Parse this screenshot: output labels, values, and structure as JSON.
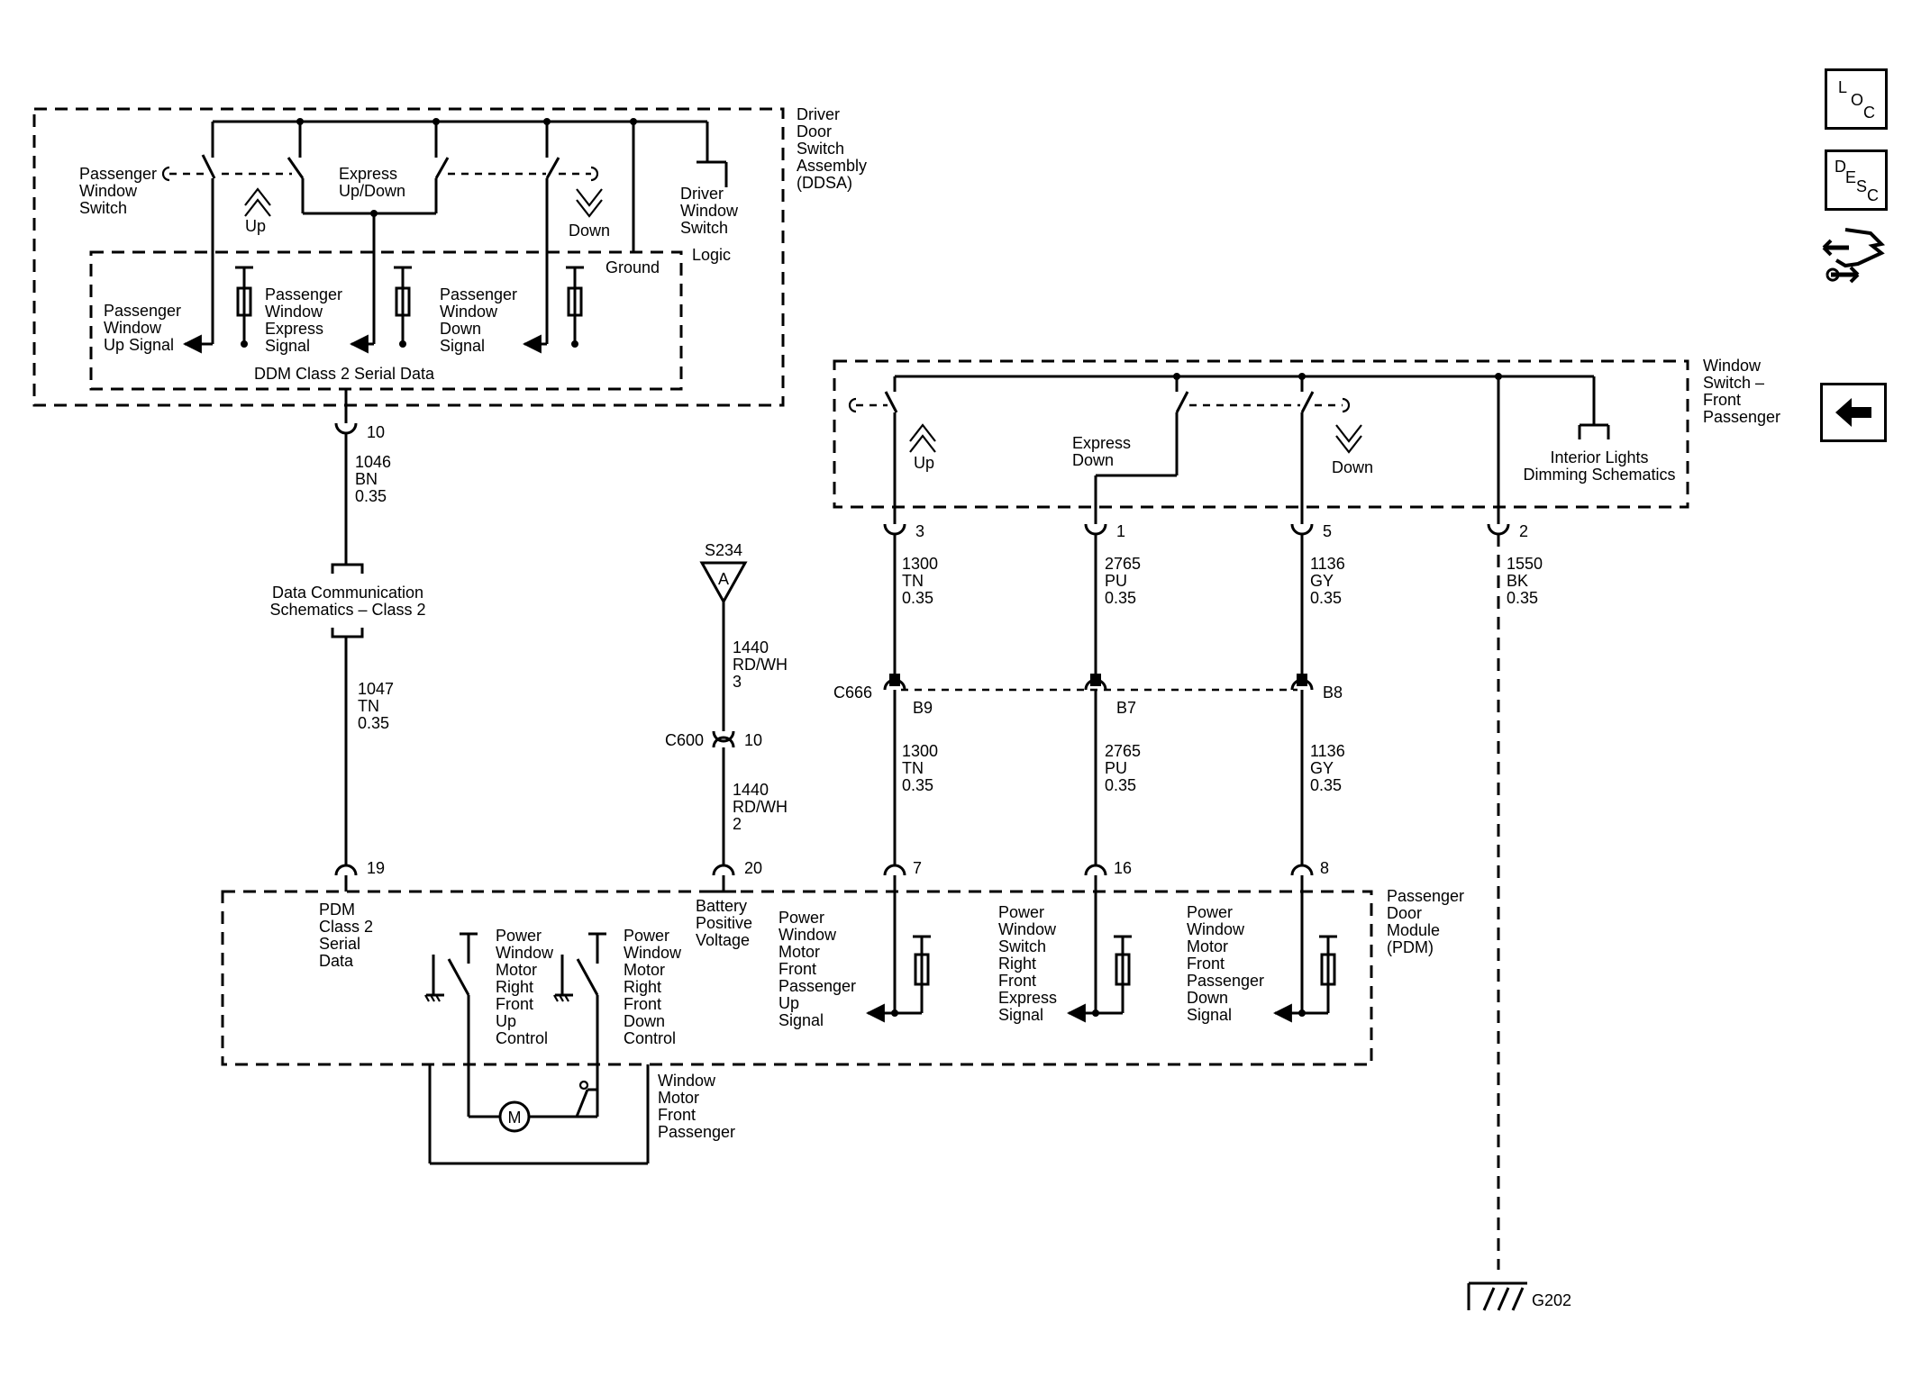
{
  "ddsa": {
    "title": [
      "Driver",
      "Door",
      "Switch",
      "Assembly",
      "(DDSA)"
    ],
    "passenger_window_switch": [
      "Passenger",
      "Window",
      "Switch"
    ],
    "express_updown": [
      "Express",
      "Up/Down"
    ],
    "up": "Up",
    "down": "Down",
    "driver_window_switch": [
      "Driver",
      "Window",
      "Switch"
    ],
    "ground": "Ground",
    "logic": "Logic",
    "pw_up_signal": [
      "Passenger",
      "Window",
      "Up Signal"
    ],
    "pw_express_signal": [
      "Passenger",
      "Window",
      "Express",
      "Signal"
    ],
    "pw_down_signal": [
      "Passenger",
      "Window",
      "Down",
      "Signal"
    ],
    "ddm_serial": "DDM Class 2 Serial Data"
  },
  "wire_1046": {
    "pin": "10",
    "circuit": "1046",
    "color": "BN",
    "gauge": "0.35"
  },
  "data_comm": [
    "Data Communication",
    "Schematics – Class 2"
  ],
  "wire_1047": {
    "circuit": "1047",
    "color": "TN",
    "gauge": "0.35",
    "pin": "19"
  },
  "splice": {
    "name": "S234",
    "letter": "A"
  },
  "wire_1440_a": {
    "circuit": "1440",
    "color": "RD/WH",
    "gauge": "3"
  },
  "c600": {
    "name": "C600",
    "pin": "10"
  },
  "wire_1440_b": {
    "circuit": "1440",
    "color": "RD/WH",
    "gauge": "2",
    "pin": "20"
  },
  "wsfp": {
    "title": [
      "Window",
      "Switch –",
      "Front",
      "Passenger"
    ],
    "up": "Up",
    "express_down": [
      "Express",
      "Down"
    ],
    "down": "Down",
    "interior": [
      "Interior Lights",
      "Dimming Schematics"
    ]
  },
  "upper_wires": [
    {
      "pin": "3",
      "circuit": "1300",
      "color": "TN",
      "gauge": "0.35"
    },
    {
      "pin": "1",
      "circuit": "2765",
      "color": "PU",
      "gauge": "0.35"
    },
    {
      "pin": "5",
      "circuit": "1136",
      "color": "GY",
      "gauge": "0.35"
    },
    {
      "pin": "2",
      "circuit": "1550",
      "color": "BK",
      "gauge": "0.35"
    }
  ],
  "c666": {
    "name": "C666",
    "pins": [
      "B9",
      "B7",
      "B8"
    ]
  },
  "lower_wires": [
    {
      "circuit": "1300",
      "color": "TN",
      "gauge": "0.35",
      "pin": "7"
    },
    {
      "circuit": "2765",
      "color": "PU",
      "gauge": "0.35",
      "pin": "16"
    },
    {
      "circuit": "1136",
      "color": "GY",
      "gauge": "0.35",
      "pin": "8"
    }
  ],
  "pdm": {
    "title": [
      "Passenger",
      "Door",
      "Module",
      "(PDM)"
    ],
    "class2": [
      "PDM",
      "Class 2",
      "Serial",
      "Data"
    ],
    "battery": [
      "Battery",
      "Positive",
      "Voltage"
    ],
    "up_control": [
      "Power",
      "Window",
      "Motor",
      "Right",
      "Front",
      "Up",
      "Control"
    ],
    "down_control": [
      "Power",
      "Window",
      "Motor",
      "Right",
      "Front",
      "Down",
      "Control"
    ],
    "up_signal": [
      "Power",
      "Window",
      "Motor",
      "Front",
      "Passenger",
      "Up",
      "Signal"
    ],
    "express_signal": [
      "Power",
      "Window",
      "Switch",
      "Right",
      "Front",
      "Express",
      "Signal"
    ],
    "down_signal": [
      "Power",
      "Window",
      "Motor",
      "Front",
      "Passenger",
      "Down",
      "Signal"
    ]
  },
  "motor": {
    "symbol": "M",
    "label": [
      "Window",
      "Motor",
      "Front",
      "Passenger"
    ]
  },
  "ground": {
    "name": "G202"
  },
  "nav": {
    "loc": [
      "L",
      "O",
      "C"
    ],
    "desc": [
      "D",
      "E",
      "S",
      "C"
    ],
    "connector_icon": "connector-end-view-icon",
    "back_icon": "back-arrow-icon"
  }
}
